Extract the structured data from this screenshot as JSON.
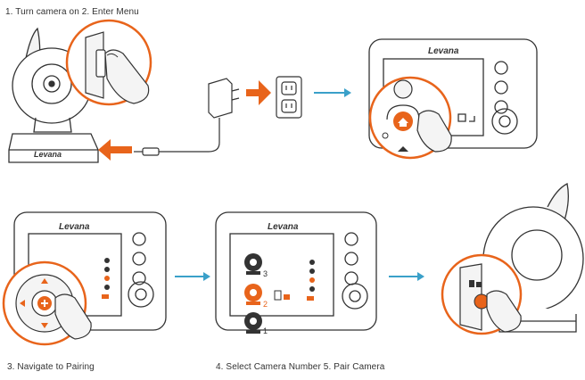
{
  "captions": {
    "step1": "1. Turn camera on 2. Enter Menu",
    "step3": "3. Navigate to Pairing",
    "step45": "4. Select Camera Number 5. Pair Camera"
  },
  "brand": "Levana",
  "camera_numbers": {
    "cam3": "3",
    "cam2": "2",
    "cam1": "1"
  },
  "colors": {
    "accent": "#e8641b",
    "arrow_blue": "#3aa0c9",
    "outline": "#333333",
    "light_fill": "#f4f4f4"
  },
  "icons": [
    "camera-icon",
    "finger-icon",
    "power-adapter-icon",
    "wall-outlet-icon",
    "home-button-icon",
    "dpad-icon",
    "pair-button-icon"
  ]
}
